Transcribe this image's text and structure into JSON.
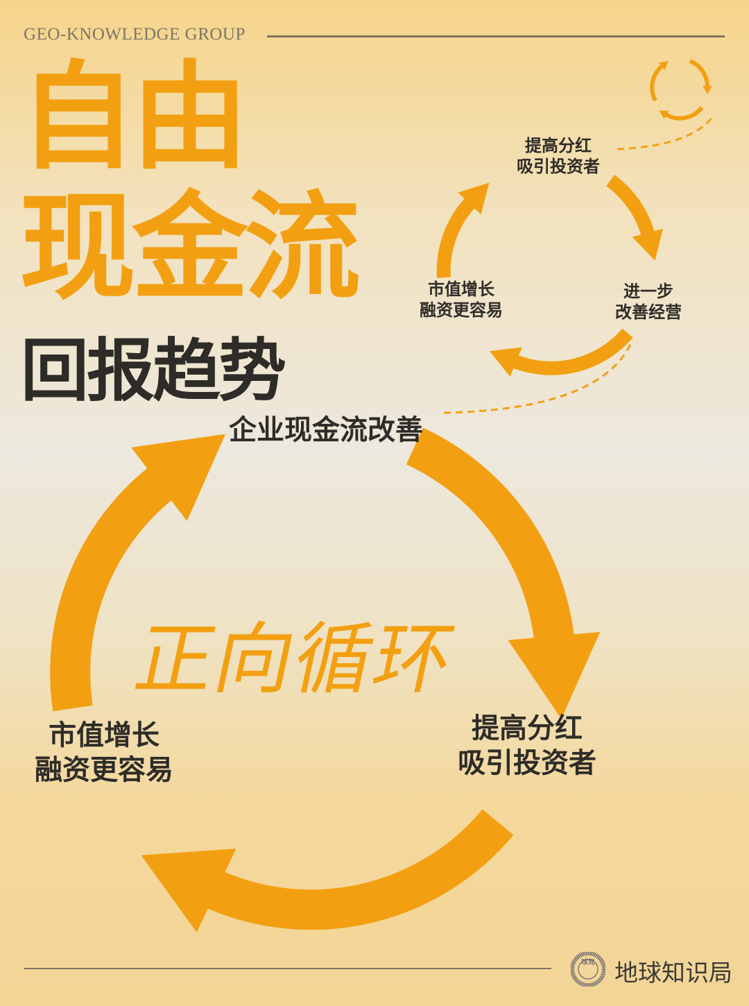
{
  "brand": "GEO-KNOWLEDGE GROUP",
  "title": {
    "line1": "自由",
    "line2": "现金流",
    "line3": "回报趋势"
  },
  "small_cycle": {
    "top": [
      "提高分红",
      "吸引投资者"
    ],
    "right": [
      "进一步",
      "改善经营"
    ],
    "left": [
      "市值增长",
      "融资更容易"
    ]
  },
  "big_cycle": {
    "top": "企业现金流改善",
    "right": [
      "提高分红",
      "吸引投资者"
    ],
    "left": [
      "市值增长",
      "融资更容易"
    ],
    "center": "正向循环"
  },
  "footer": {
    "logo_text": "地球知识局",
    "logo_seal": "球局"
  },
  "colors": {
    "accent": "#f2a012",
    "text": "#2e2c28"
  }
}
